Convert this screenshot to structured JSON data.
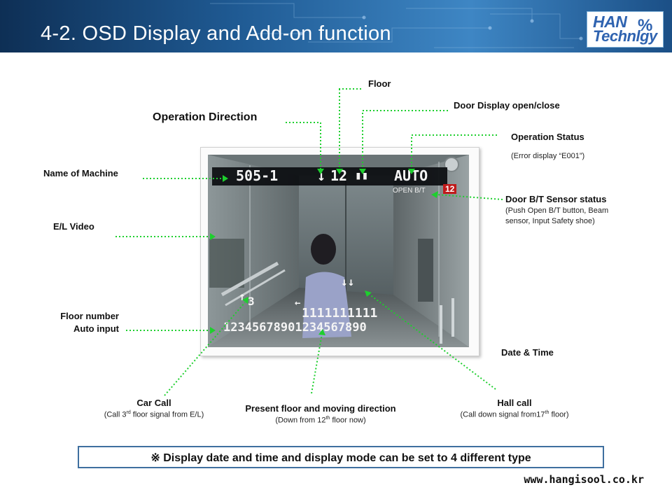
{
  "slide": {
    "title": "4-2. OSD Display and Add-on function",
    "logo_line1": "HAN",
    "logo_pct": "%",
    "logo_line2": "Technlgy",
    "website": "www.hangisool.co.kr"
  },
  "labels": {
    "floor": "Floor",
    "door_display": "Door Display  open/close",
    "operation_direction": "Operation Direction",
    "operation_status": "Operation Status",
    "operation_status_sub": "(Error display “E001”)",
    "name_of_machine": "Name of Machine",
    "door_bt_sensor": "Door B/T Sensor status",
    "door_bt_sensor_sub1": "(Push Open B/T button, Beam",
    "door_bt_sensor_sub2": "sensor, Input Safety shoe)",
    "el_video": "E/L  Video",
    "floor_number_1": "Floor number",
    "floor_number_2": "Auto input",
    "date_time": "Date & Time",
    "car_call": "Car Call",
    "car_call_sub_a": "(Call 3",
    "car_call_sub_sup": "rd",
    "car_call_sub_b": " floor signal from E/L)",
    "present_floor": "Present floor and moving direction",
    "present_floor_sub_a": "(Down from 12",
    "present_floor_sub_sup": "th",
    "present_floor_sub_b": " floor now)",
    "hall_call": "Hall call",
    "hall_call_sub_a": "(Call down signal from17",
    "hall_call_sub_sup": "th",
    "hall_call_sub_b": " floor)"
  },
  "osd": {
    "machine": "505-1",
    "direction_arrow": "↓",
    "floor": "12",
    "door_display": "▮▮",
    "status": "AUTO",
    "open_bt": "OPEN B/T",
    "led_floor": "12",
    "car_call_arrow": "↑",
    "car_call_floor": "3",
    "hall_call_arrows": "↓↓",
    "present_arrow": "←",
    "floor_digits_top": "1111111111",
    "floor_digits_bottom": "12345678901234567890"
  },
  "note": {
    "text": "※ Display date and time and display mode can be set to 4 different type"
  },
  "colors": {
    "header": "#1f5a93",
    "leader_line": "#1ecf2e",
    "note_border": "#3f6f9f"
  }
}
